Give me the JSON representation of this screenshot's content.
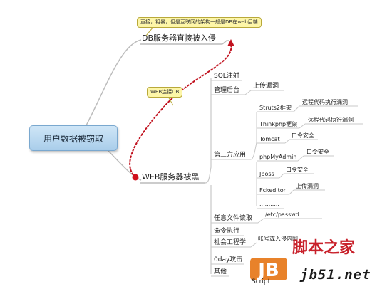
{
  "root": {
    "label": "用户数据被窃取"
  },
  "db_branch": {
    "label": "DB服务器直接被入侵",
    "callout": "直接，粗暴，但是互联网的架构一般是DB在web后端"
  },
  "web_branch": {
    "label": "WEB服务器被黑",
    "callout": "WEB连接DB",
    "children": {
      "sql": "SQL注射",
      "admin": "管理后台",
      "admin_child": "上传漏洞",
      "third_party": "第三方应用",
      "apps": [
        {
          "name": "Struts2框架",
          "issue": "远程代码执行漏洞"
        },
        {
          "name": "Thinkphp框架",
          "issue": "远程代码执行漏洞"
        },
        {
          "name": "Tomcat",
          "issue": "口令安全"
        },
        {
          "name": "phpMyAdmin",
          "issue": "口令安全"
        },
        {
          "name": "Jboss",
          "issue": "口令安全"
        },
        {
          "name": "Fckeditor",
          "issue": "上传漏洞"
        }
      ],
      "more": "...........",
      "file_read": "任意文件读取",
      "file_read_child": "/etc/passwd",
      "cmd_exec": "命令执行",
      "social": "社会工程学",
      "social_child": "帐号或入侵内网",
      "zero_day": "0day攻击",
      "other": "其他"
    }
  },
  "watermark": {
    "site": "脚本之家",
    "url": "jb51.net",
    "logo_text": "JB",
    "logo_sub": "Script"
  },
  "colors": {
    "link_line": "#c0c0c0",
    "dotted_arrow": "#c1121f",
    "callout_bg": "#fdf6a8",
    "root_fill": "#bcdaf1"
  }
}
